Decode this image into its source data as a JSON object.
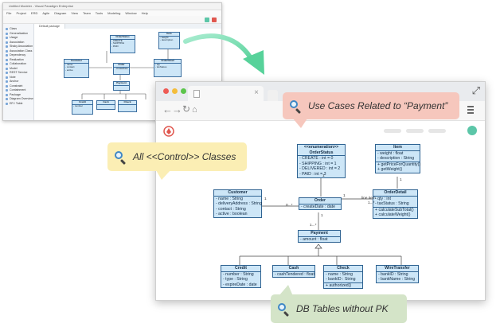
{
  "desktop_app": {
    "title": "Untitled Modeler - Visual Paradigm Enterprise",
    "menu": [
      "File",
      "Project",
      "ERD",
      "Agile",
      "Diagram",
      "View",
      "Team",
      "Tools",
      "Modeling",
      "Window",
      "Help"
    ],
    "tab_label": "Default package",
    "sidebar_items": [
      "Class",
      "Generalization",
      "Usage",
      "Association",
      "Shaky Association",
      "Association Class",
      "Dependency",
      "Realization",
      "Collaboration",
      "Model",
      "REST Service",
      "Note",
      "Anchor",
      "Constraint",
      "Containment",
      "Package",
      "Diagram Overview",
      "ER / Table"
    ],
    "mini_classes": {
      "order_status": "OrderStatus",
      "item": "Item",
      "customer": "Customer",
      "order": "Order",
      "order_detail": "OrderDetail",
      "payment": "Payment",
      "credit": "Credit",
      "cash": "Cash",
      "check": "Check"
    }
  },
  "browser": {
    "nav_icons": [
      "back-arrow-icon",
      "forward-arrow-icon",
      "reload-icon",
      "home-icon"
    ],
    "colors": {
      "accent_teal": "#5cc6a8",
      "class_fill": "#cde6f7",
      "class_border": "#2f6392"
    }
  },
  "diagram": {
    "order_status": {
      "stereotype": "<<enumeration>>",
      "name": "OrderStatus",
      "literals": [
        "- CREATE : int = 0",
        "- SHIPPING : int = 1",
        "- DELIVERED : int = 2",
        "- PAID : int = 3"
      ]
    },
    "item": {
      "name": "Item",
      "attributes": [
        "- weight : float",
        "- description : String"
      ],
      "operations": [
        "+ getPriceForQuantity()",
        "+ getWeight()"
      ]
    },
    "customer": {
      "name": "Customer",
      "attributes": [
        "- name : String",
        "- deliveryAddress : String",
        "- contact : String",
        "- active : boolean"
      ]
    },
    "order": {
      "name": "Order",
      "attributes": [
        "- createDate : date"
      ]
    },
    "order_detail": {
      "name": "OrderDetail",
      "attributes": [
        "- qty : int",
        "- taxStatus : String"
      ],
      "operations": [
        "+ calculateSubTotal()",
        "+ calculateWeight()"
      ]
    },
    "payment": {
      "name": "Payment",
      "attributes": [
        "- amount : float"
      ]
    },
    "credit": {
      "name": "Credit",
      "attributes": [
        "- number : String",
        "- type : String",
        "- expireDate : date"
      ]
    },
    "cash": {
      "name": "Cash",
      "attributes": [
        "- cashTendered : float"
      ]
    },
    "check": {
      "name": "Check",
      "attributes": [
        "- name : String",
        "- bankID : String"
      ],
      "operations": [
        "+ authorized()"
      ]
    },
    "wire_transfer": {
      "name": "WireTransfer",
      "attributes": [
        "- bankID : String",
        "- bankName : String"
      ]
    },
    "multiplicities": {
      "customer_order_left": "1",
      "customer_order_right": "0...*",
      "order_status_top": "1",
      "order_line_item_left": "1",
      "line_item": "line item",
      "order_detail_many": "1...*",
      "item_top": "1",
      "order_payment_top": "1",
      "order_payment_many": "1...*"
    }
  },
  "callouts": {
    "top": "Use Cases Related to “Payment”",
    "left": "All <<Control>> Classes",
    "bottom": "DB Tables without PK"
  }
}
